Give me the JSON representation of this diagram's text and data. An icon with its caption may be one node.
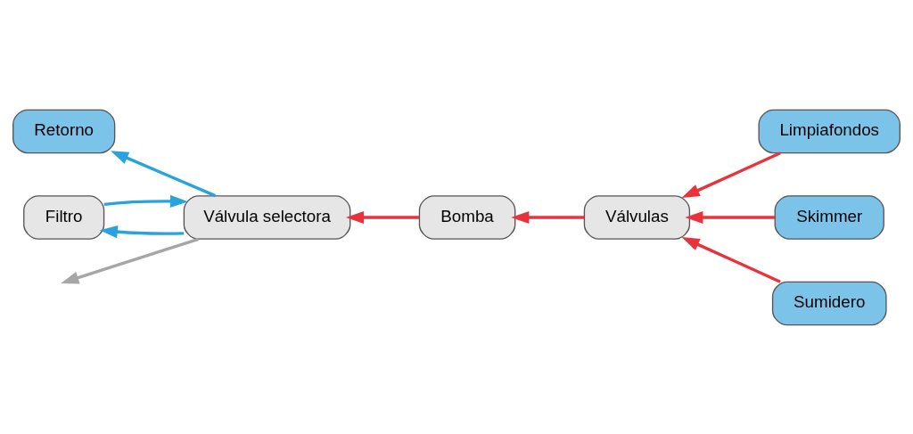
{
  "diagram": {
    "nodes": [
      {
        "text": [
          "Retorno"
        ]
      },
      {
        "text": [
          "Limpiafondos"
        ]
      },
      {
        "text": [
          "Skimmer"
        ]
      },
      {
        "text": [
          "Válvula selectora"
        ]
      },
      {
        "text": [
          "Sumidero"
        ]
      },
      {
        "text": [
          "Filtro"
        ]
      },
      {
        "text": [
          "Bomba"
        ]
      },
      {
        "text": [
          "Válvulas"
        ]
      }
    ],
    "edges": [
      {
        "from": 2,
        "to": 7,
        "arrow": "to"
      },
      {
        "from": 4,
        "to": 7,
        "arrow": "to"
      },
      {
        "from": 1,
        "to": 7,
        "arrow": "to"
      },
      {
        "from": 7,
        "to": 6,
        "arrow": "to"
      },
      {
        "from": 6,
        "to": 3,
        "arrow": "to"
      },
      {
        "from": 3,
        "to": 5,
        "arrow": "to",
        "color": "#29a3dc"
      },
      {
        "from": 5,
        "to": 3,
        "arrow": "to",
        "color": "#29a3dc"
      },
      {
        "from": 3,
        "to": 0,
        "arrow": "to",
        "color": "#29a3dc"
      },
      {
        "from": 3,
        "to": null,
        "arrow": "to",
        "color": "#a6a6a6"
      }
    ]
  }
}
